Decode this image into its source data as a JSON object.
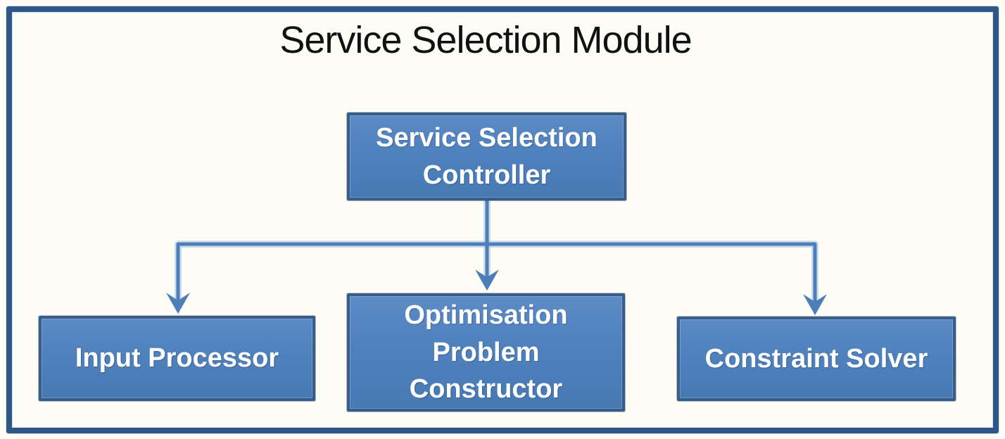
{
  "diagram": {
    "title": "Service Selection Module",
    "nodes": [
      {
        "id": "service-selection-controller",
        "label": "Service Selection\nController"
      },
      {
        "id": "input-processor",
        "label": "Input Processor"
      },
      {
        "id": "optimisation-problem-constructor",
        "label": "Optimisation\nProblem\nConstructor"
      },
      {
        "id": "constraint-solver",
        "label": "Constraint Solver"
      }
    ],
    "edges": [
      {
        "from": "service-selection-controller",
        "to": "input-processor"
      },
      {
        "from": "service-selection-controller",
        "to": "optimisation-problem-constructor"
      },
      {
        "from": "service-selection-controller",
        "to": "constraint-solver"
      }
    ],
    "colors": {
      "node_fill": "#4f81bd",
      "node_border": "#385d8a",
      "connector": "#4c7eba",
      "connector_halo": "#a9c3e1",
      "frame_border": "#2e5687",
      "node_text": "#ffffff",
      "title_text": "#111111",
      "background": "#fdfdf5"
    }
  }
}
